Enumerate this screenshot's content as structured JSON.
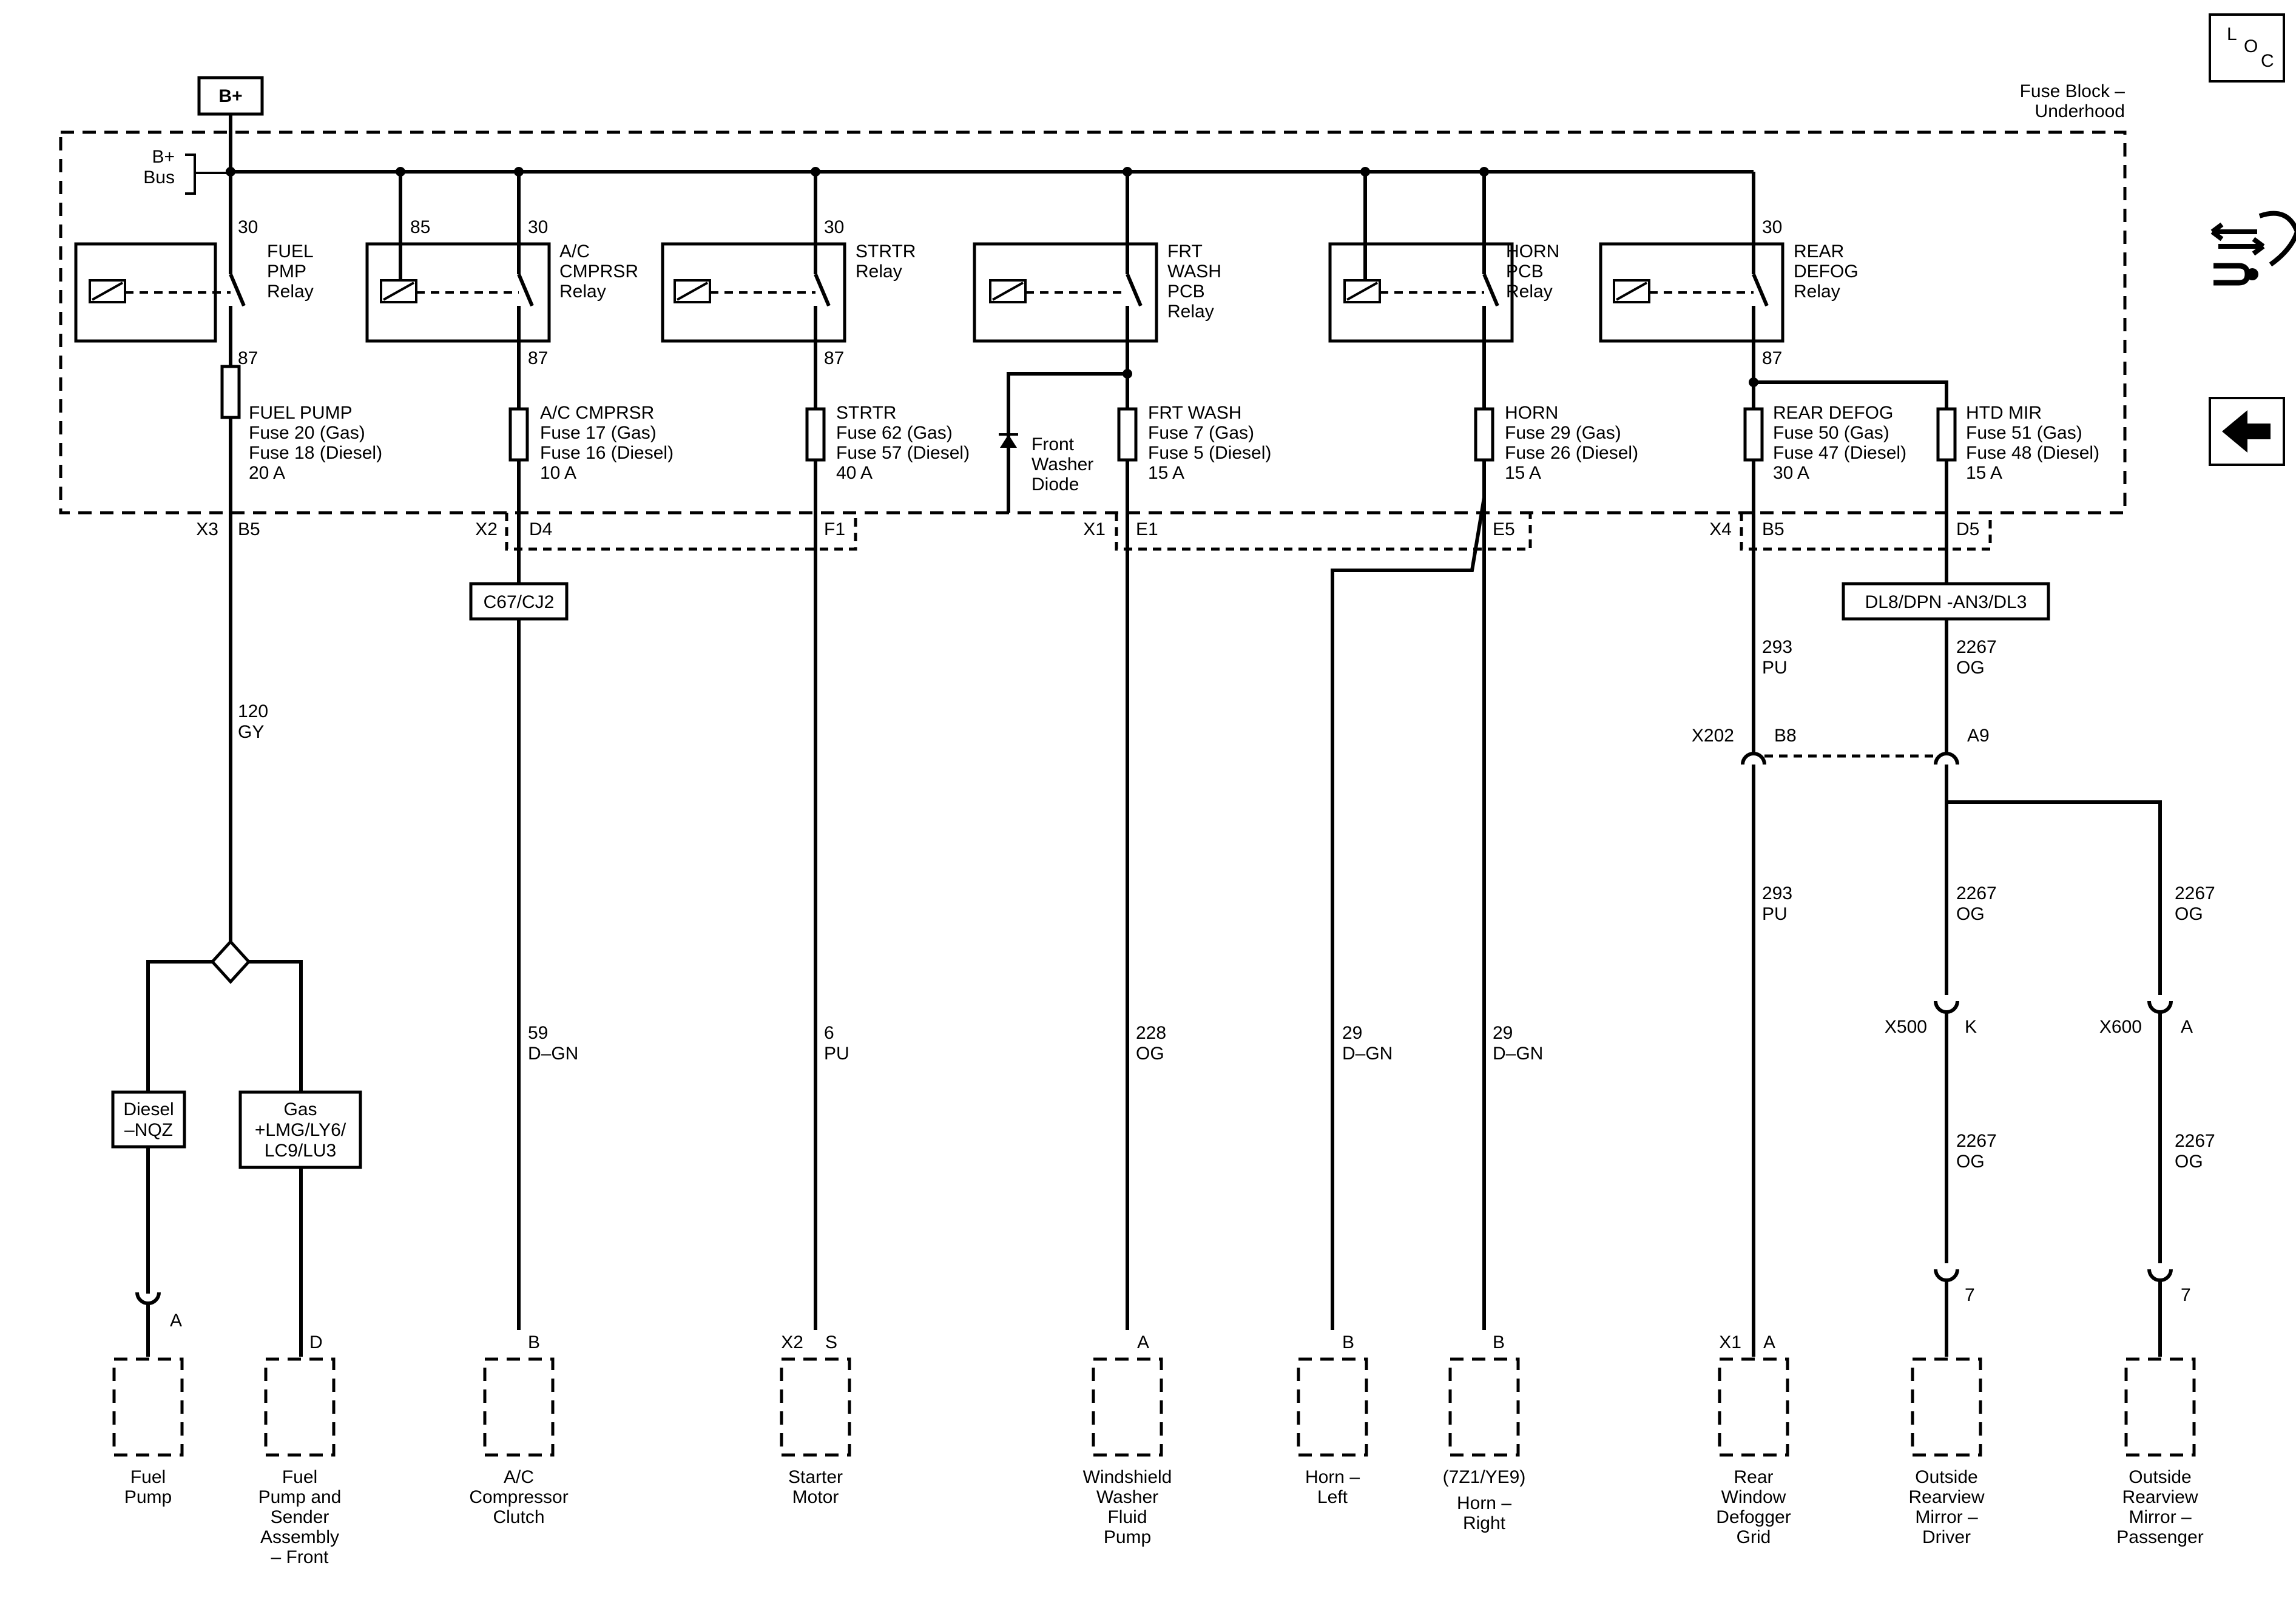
{
  "power_source": "B+",
  "fuse_block": {
    "title_line1": "Fuse Block –",
    "title_line2": "Underhood",
    "bus_line1": "B+",
    "bus_line2": "Bus"
  },
  "nav_icons": [
    {
      "name": "loc-icon",
      "glyphs": [
        "L",
        "O",
        "C"
      ]
    },
    {
      "name": "component-view-icon"
    },
    {
      "name": "back-arrow-icon"
    }
  ],
  "relays": [
    {
      "id": "fuel",
      "lines": [
        "FUEL",
        "PMP",
        "Relay"
      ],
      "pin_top": "30",
      "pin_bottom": "87",
      "pin_coil": ""
    },
    {
      "id": "ac",
      "lines": [
        "A/C",
        "CMPRSR",
        "Relay"
      ],
      "pin_top": "30",
      "pin_bottom": "87",
      "pin_coil": "85"
    },
    {
      "id": "strtr",
      "lines": [
        "STRTR",
        "Relay"
      ],
      "pin_top": "30",
      "pin_bottom": "87",
      "pin_coil": ""
    },
    {
      "id": "wash",
      "lines": [
        "FRT",
        "WASH",
        "PCB",
        "Relay"
      ],
      "pin_top": "",
      "pin_bottom": "",
      "pin_coil": ""
    },
    {
      "id": "horn",
      "lines": [
        "HORN",
        "PCB",
        "Relay"
      ],
      "pin_top": "",
      "pin_bottom": "",
      "pin_coil": ""
    },
    {
      "id": "defog",
      "lines": [
        "REAR",
        "DEFOG",
        "Relay"
      ],
      "pin_top": "30",
      "pin_bottom": "87",
      "pin_coil": ""
    }
  ],
  "fuses": [
    {
      "id": "fuel",
      "lines": [
        "FUEL PUMP",
        "Fuse 20 (Gas)",
        "Fuse 18 (Diesel)",
        "20 A"
      ]
    },
    {
      "id": "ac",
      "lines": [
        "A/C CMPRSR",
        "Fuse 17 (Gas)",
        "Fuse 16 (Diesel)",
        "10 A"
      ]
    },
    {
      "id": "strtr",
      "lines": [
        "STRTR",
        "Fuse 62 (Gas)",
        "Fuse 57 (Diesel)",
        "40 A"
      ]
    },
    {
      "id": "wash",
      "lines": [
        "FRT WASH",
        "Fuse 7 (Gas)",
        "Fuse 5 (Diesel)",
        "15 A"
      ]
    },
    {
      "id": "horn",
      "lines": [
        "HORN",
        "Fuse 29 (Gas)",
        "Fuse 26 (Diesel)",
        "15 A"
      ]
    },
    {
      "id": "defog",
      "lines": [
        "REAR DEFOG",
        "Fuse 50 (Gas)",
        "Fuse 47 (Diesel)",
        "30 A"
      ]
    },
    {
      "id": "mir",
      "lines": [
        "HTD MIR",
        "Fuse 51 (Gas)",
        "Fuse 48 (Diesel)",
        "15 A"
      ]
    }
  ],
  "diode": {
    "lines": [
      "Front",
      "Washer",
      "Diode"
    ]
  },
  "connectors": [
    {
      "id": "x3",
      "label": "X3",
      "pin": "B5"
    },
    {
      "id": "x2",
      "label": "X2",
      "pin": "D4"
    },
    {
      "id": "f1",
      "label": "",
      "pin": "F1"
    },
    {
      "id": "x1",
      "label": "X1",
      "pin": "E1"
    },
    {
      "id": "e5",
      "label": "",
      "pin": "E5"
    },
    {
      "id": "x4",
      "label": "X4",
      "pin": "B5"
    },
    {
      "id": "d5",
      "label": "",
      "pin": "D5"
    }
  ],
  "option_boxes": [
    {
      "id": "c67",
      "lines": [
        "C67/CJ2"
      ]
    },
    {
      "id": "dl8",
      "lines": [
        "DL8/DPN -AN3/DL3"
      ]
    },
    {
      "id": "diesel",
      "lines": [
        "Diesel",
        "–NQZ"
      ]
    },
    {
      "id": "gas",
      "lines": [
        "Gas",
        "+LMG/LY6/",
        "LC9/LU3"
      ]
    }
  ],
  "wires": [
    {
      "id": "w120",
      "circuit": "120",
      "color": "GY"
    },
    {
      "id": "w59",
      "circuit": "59",
      "color": "D–GN"
    },
    {
      "id": "w6",
      "circuit": "6",
      "color": "PU"
    },
    {
      "id": "w228",
      "circuit": "228",
      "color": "OG"
    },
    {
      "id": "w29l",
      "circuit": "29",
      "color": "D–GN"
    },
    {
      "id": "w29r",
      "circuit": "29",
      "color": "D–GN"
    },
    {
      "id": "w293a",
      "circuit": "293",
      "color": "PU"
    },
    {
      "id": "w293b",
      "circuit": "293",
      "color": "PU"
    },
    {
      "id": "w2267a",
      "circuit": "2267",
      "color": "OG"
    },
    {
      "id": "w2267b",
      "circuit": "2267",
      "color": "OG"
    },
    {
      "id": "w2267c",
      "circuit": "2267",
      "color": "OG"
    },
    {
      "id": "w2267d",
      "circuit": "2267",
      "color": "OG"
    },
    {
      "id": "w2267e",
      "circuit": "2267",
      "color": "OG"
    }
  ],
  "inline_connectors": [
    {
      "id": "x202a",
      "label": "X202",
      "pin": "B8"
    },
    {
      "id": "x202b",
      "label": "",
      "pin": "A9"
    },
    {
      "id": "x500",
      "label": "X500",
      "pin": "K"
    },
    {
      "id": "x600",
      "label": "X600",
      "pin": "A"
    },
    {
      "id": "fp",
      "label": "",
      "pin": "A"
    },
    {
      "id": "m1",
      "label": "",
      "pin": "7"
    },
    {
      "id": "m2",
      "label": "",
      "pin": "7"
    }
  ],
  "components": [
    {
      "id": "fuelpump",
      "pin_label": "",
      "pin": "",
      "lines": [
        "Fuel",
        "Pump"
      ]
    },
    {
      "id": "sender",
      "pin_label": "",
      "pin": "D",
      "lines": [
        "Fuel",
        "Pump and",
        "Sender",
        "Assembly",
        "– Front"
      ]
    },
    {
      "id": "clutch",
      "pin_label": "",
      "pin": "B",
      "lines": [
        "A/C",
        "Compressor",
        "Clutch"
      ]
    },
    {
      "id": "starter",
      "pin_label": "X2",
      "pin": "S",
      "lines": [
        "Starter",
        "Motor"
      ]
    },
    {
      "id": "washer",
      "pin_label": "",
      "pin": "A",
      "lines": [
        "Windshield",
        "Washer",
        "Fluid",
        "Pump"
      ]
    },
    {
      "id": "hornl",
      "pin_label": "",
      "pin": "B",
      "lines": [
        "Horn –",
        "Left"
      ]
    },
    {
      "id": "hornr",
      "pin_label": "",
      "pin": "B",
      "lines": [
        "(7Z1/YE9)",
        "Horn –",
        "Right"
      ]
    },
    {
      "id": "defogger",
      "pin_label": "X1",
      "pin": "A",
      "lines": [
        "Rear",
        "Window",
        "Defogger",
        "Grid"
      ]
    },
    {
      "id": "mirrord",
      "pin_label": "",
      "pin": "",
      "lines": [
        "Outside",
        "Rearview",
        "Mirror –",
        "Driver"
      ]
    },
    {
      "id": "mirrorp",
      "pin_label": "",
      "pin": "",
      "lines": [
        "Outside",
        "Rearview",
        "Mirror –",
        "Passenger"
      ]
    }
  ]
}
